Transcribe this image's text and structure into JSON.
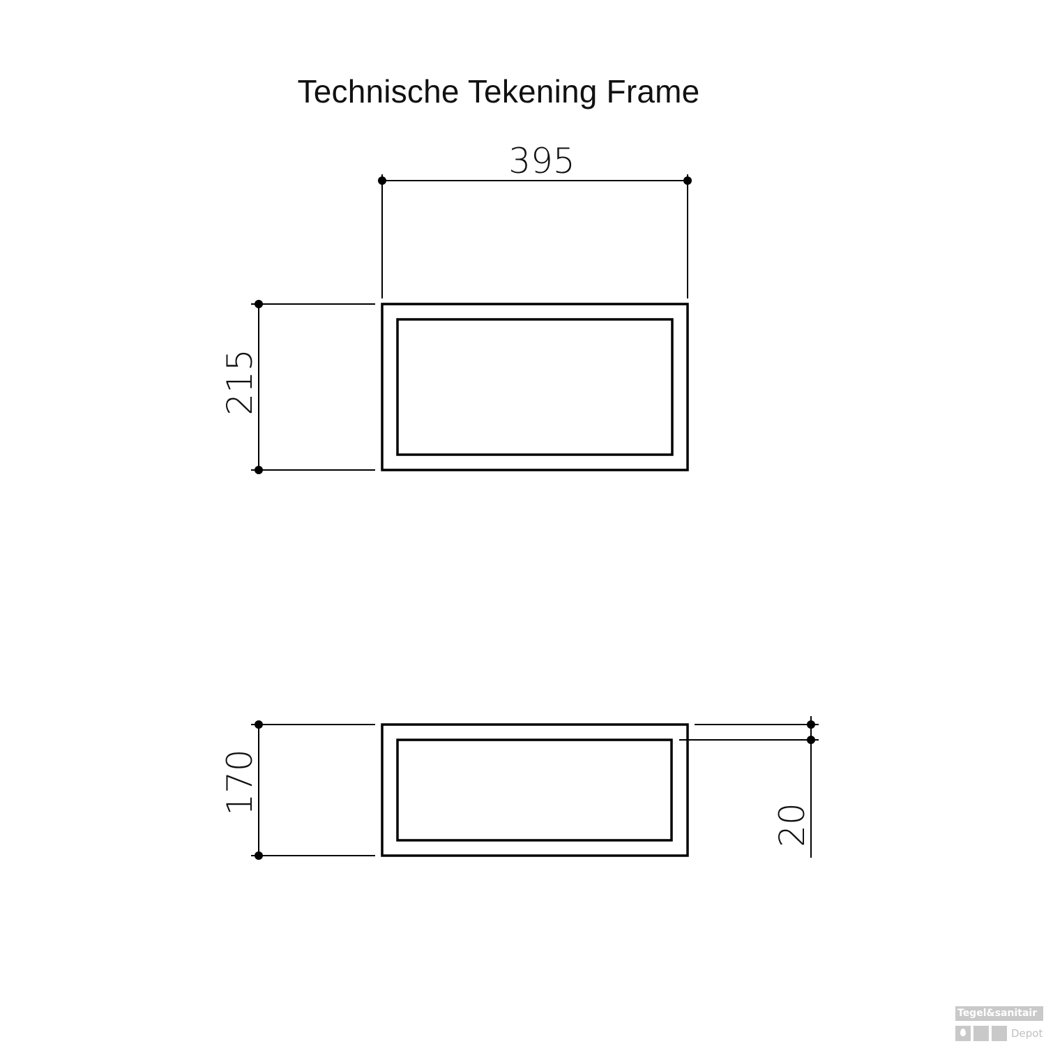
{
  "title": "Technische Tekening Frame",
  "front_view": {
    "width_label": "395",
    "height_label": "215"
  },
  "side_view": {
    "height_label": "170",
    "frame_thickness_label": "20"
  },
  "watermark": {
    "brand_top": "Tegel&sanitair",
    "brand_bottom": "Depot",
    "color": "#c9c9c9"
  },
  "colors": {
    "line": "#000000",
    "background": "#ffffff"
  }
}
